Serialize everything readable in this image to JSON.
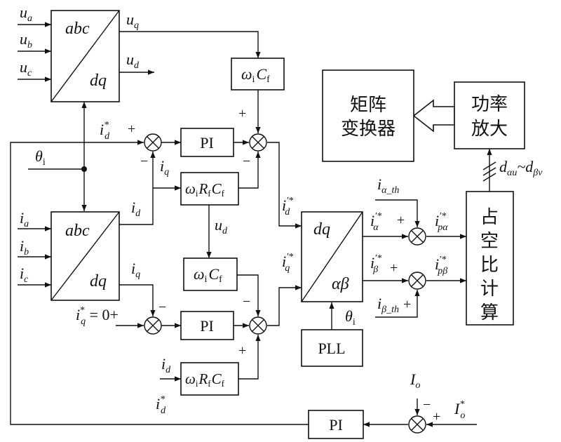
{
  "blocks": {
    "abc_dq_top": {
      "abc": "abc",
      "dq": "dq"
    },
    "abc_dq_bottom": {
      "abc": "abc",
      "dq": "dq"
    },
    "dq_alphabeta": {
      "dq": "dq",
      "ab": "αβ"
    },
    "pi_d": "PI",
    "pi_q": "PI",
    "pi_out": "PI",
    "pll": "PLL",
    "wc_top": {
      "w": "ω",
      "wsub": "i",
      "c": "C",
      "csub": "f"
    },
    "wrc_d": {
      "w": "ω",
      "wsub": "i",
      "r": "R",
      "rsub": "f",
      "c": "C",
      "csub": "f"
    },
    "wc_mid": {
      "w": "ω",
      "wsub": "i",
      "c": "C",
      "csub": "f"
    },
    "wrc_q": {
      "w": "ω",
      "wsub": "i",
      "r": "R",
      "rsub": "f",
      "c": "C",
      "csub": "f"
    },
    "matrix_converter": [
      "矩阵",
      "变换器"
    ],
    "power_amp": [
      "功率",
      "放大"
    ],
    "duty_calc": [
      "占",
      "空",
      "比",
      "计",
      "算"
    ]
  },
  "signals": {
    "ua": {
      "b": "u",
      "s": "a"
    },
    "ub": {
      "b": "u",
      "s": "b"
    },
    "uc": {
      "b": "u",
      "s": "c"
    },
    "uq": {
      "b": "u",
      "s": "q"
    },
    "ud_top": {
      "b": "u",
      "s": "d"
    },
    "ud_mid": {
      "b": "u",
      "s": "d"
    },
    "ia": {
      "b": "i",
      "s": "a"
    },
    "ib": {
      "b": "i",
      "s": "b"
    },
    "ic": {
      "b": "i",
      "s": "c"
    },
    "id_out": {
      "b": "i",
      "s": "d"
    },
    "iq_out": {
      "b": "i",
      "s": "q"
    },
    "iq_fb": {
      "b": "i",
      "s": "q"
    },
    "id_in": {
      "b": "i",
      "s": "d"
    },
    "theta_i": {
      "b": "θ",
      "s": "i"
    },
    "theta_pll": {
      "b": "θ",
      "s": "i"
    },
    "id_star_ref": {
      "b": "i",
      "sup": "*",
      "s": "d"
    },
    "iq_star_ref": {
      "b": "i",
      "sup": "*",
      "s": "q",
      "tail": " = 0+"
    },
    "id_prime_star": {
      "b": "i",
      "sup": "′*",
      "s": "d"
    },
    "iq_prime_star": {
      "b": "i",
      "sup": "′*",
      "s": "q"
    },
    "ialpha_prime_star": {
      "b": "i",
      "sup": "′*",
      "s": "α"
    },
    "ibeta_prime_star": {
      "b": "i",
      "sup": "′*",
      "s": "β"
    },
    "ialpha_th": {
      "b": "i",
      "s": "α_th"
    },
    "ibeta_th": {
      "b": "i",
      "s": "β_th"
    },
    "ipalpha": {
      "b": "i",
      "sup": "′*",
      "s": "pα"
    },
    "ipbeta": {
      "b": "i",
      "sup": "′*",
      "s": "pβ"
    },
    "duty_range": {
      "b1": "d",
      "s1": "αu",
      "tilde": "~",
      "b2": "d",
      "s2": "βv"
    },
    "io": {
      "b": "I",
      "s": "o"
    },
    "io_star": {
      "b": "I",
      "sup": "*",
      "s": "o"
    },
    "id_star_bottom": {
      "b": "i",
      "sup": "*",
      "s": "d"
    }
  },
  "signs": {
    "plus": "+",
    "minus": "−"
  }
}
